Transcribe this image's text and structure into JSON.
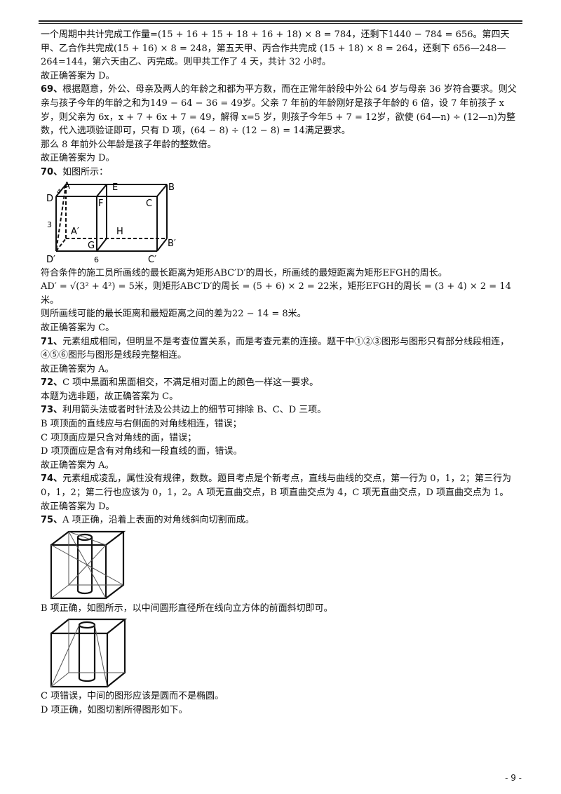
{
  "page_number": "- 9 -",
  "paragraphs": [
    "一个周期中共计完成工作量=(15 + 16 + 15 + 18 + 16 + 18) × 8 = 784，还剩下1440 − 784 = 656。第四天甲、乙合作共完成(15 + 16) × 8 = 248，第五天甲、丙合作共完成 (15 + 18) × 8 = 264，还剩下 656—248—264=144，第六天由乙、丙完成。则甲共工作了 4 天，共计 32 小时。",
    "故正确答案为 D。"
  ],
  "q69": {
    "num": "69、",
    "text": "根据题意，外公、母亲及两人的年龄之和都为平方数，而在正常年龄段中外公 64 岁与母亲 36 岁符合要求。则父亲与孩子今年的年龄之和为149 − 64 − 36 = 49岁。父亲 7 年前的年龄刚好是孩子年龄的 6 倍，设 7 年前孩子 x 岁，则父亲为 6x，x + 7 + 6x + 7 = 49，解得 x=5 岁，则孩子今年5 + 7 = 12岁，欲使 (64—n) ÷ (12—n)为整数，代入选项验证即可，只有 D 项，(64 − 8) ÷ (12 − 8) = 14满足要求。",
    "text2": "那么 8 年前外公年龄是孩子年龄的整数倍。",
    "answer": "故正确答案为 D。"
  },
  "q70": {
    "num": "70、",
    "text": "如图所示：",
    "labels": {
      "A": "A",
      "E": "E",
      "B": "B",
      "D": "D",
      "F": "F",
      "C": "C",
      "Ap": "A′",
      "H": "H",
      "Bp": "B′",
      "Dp": "D′",
      "G": "G",
      "Cp": "C′",
      "n4": "4",
      "n3": "3",
      "n6": "6"
    },
    "text2": "符合条件的施工员所画线的最长距离为矩形ABC′D′的周长，所画线的最短距离为矩形EFGH的周长。",
    "text3": "AD′ = √(3² + 4²) = 5米，则矩形ABC′D′的周长 = (5 + 6) × 2 = 22米，矩形EFGH的周长 = (3 + 4) × 2 = 14米。",
    "text4": "则所画线可能的最长距离和最短距离之间的差为22 − 14 = 8米。",
    "answer": "故正确答案为 C。"
  },
  "q71": {
    "num": "71、",
    "text": "元素组成相同，但明显不是考查位置关系，而是考查元素的连接。题干中①②③图形与图形只有部分线段相连，④⑤⑥图形与图形是线段完整相连。",
    "answer": "故正确答案为 A。"
  },
  "q72": {
    "num": "72、",
    "text": "C 项中黑面和黑面相交，不满足相对面上的颜色一样这一要求。",
    "answer": "本题为选非题，故正确答案为 C。"
  },
  "q73": {
    "num": "73、",
    "text": "利用箭头法或者时针法及公共边上的细节可排除 B、C、D 三项。",
    "lines": [
      "B 项顶面的直线应与右侧面的对角线相连，错误；",
      "C 项顶面应是只含对角线的面，错误；",
      "D 项顶面应是含有对角线和一段直线的面，错误。"
    ],
    "answer": "故正确答案为 A。"
  },
  "q74": {
    "num": "74、",
    "text": "元素组成凌乱，属性没有规律，数数。题目考点是个新考点，直线与曲线的交点，第一行为 0，1，2；第三行为 0，1，2；第二行也应该为 0，1，2。A 项无直曲交点，B 项直曲交点为 4，C 项无直曲交点，D 项直曲交点为 1。",
    "answer": "故正确答案为 D。"
  },
  "q75": {
    "num": "75、",
    "text": "A 项正确，沿着上表面的对角线斜向切割而成。",
    "textB": "B 项正确，如图所示，以中间圆形直径所在线向立方体的前面斜切即可。",
    "textC": "C 项错误，中间的图形应该是圆而不是椭圆。",
    "textD": "D 项正确，如图切割所得图形如下。"
  }
}
